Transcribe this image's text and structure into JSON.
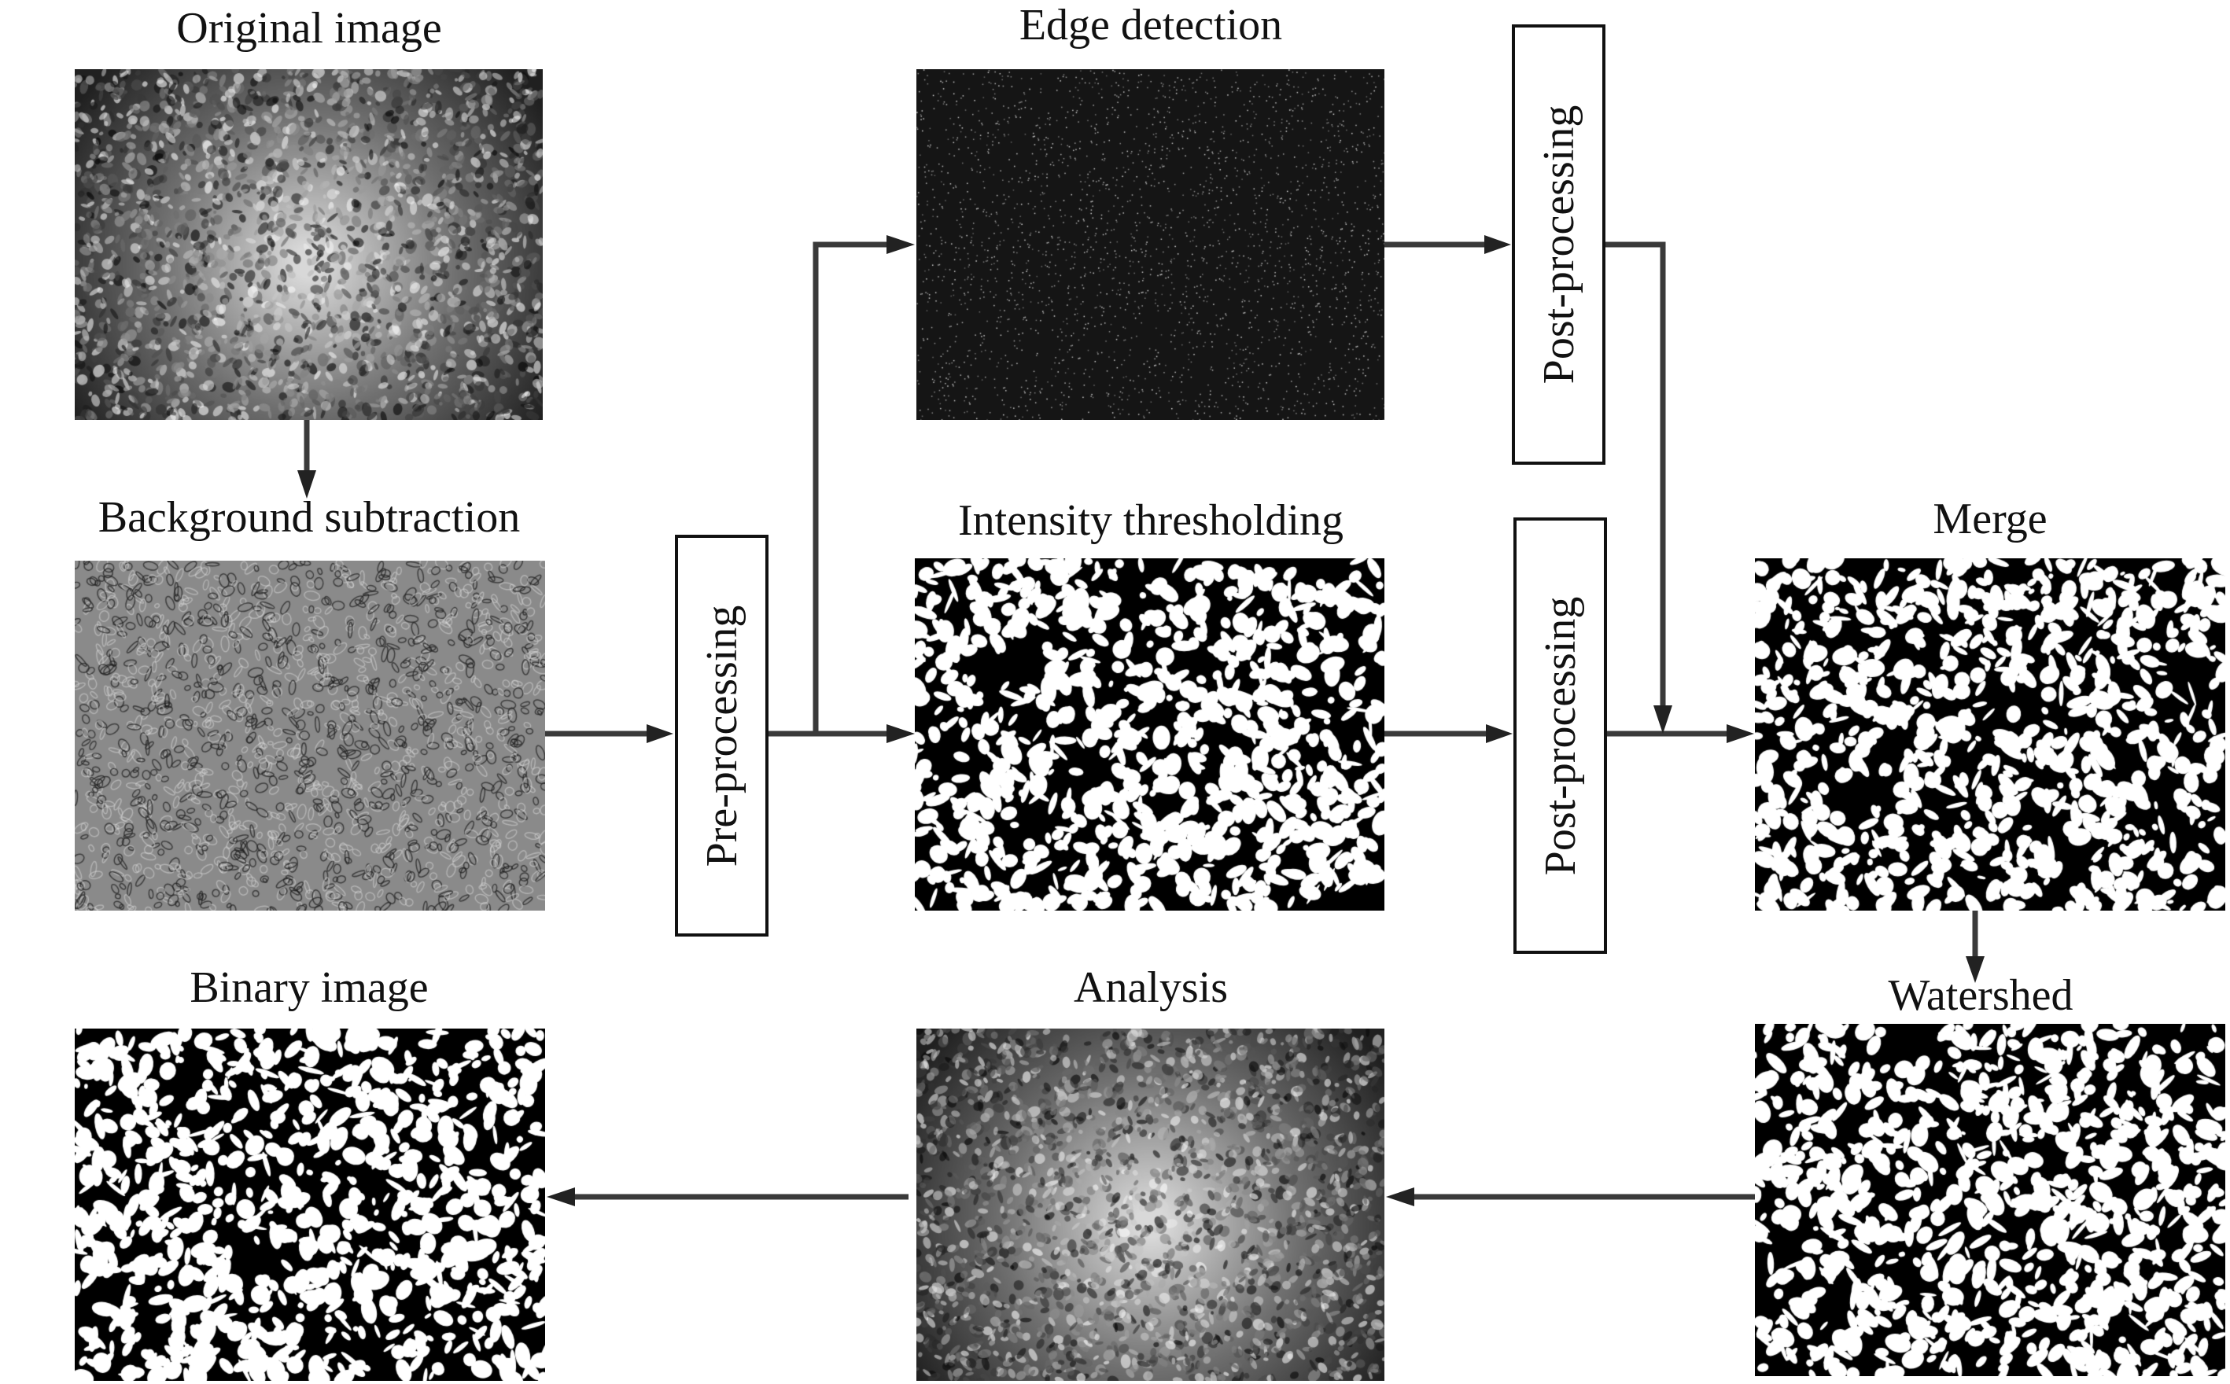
{
  "panels": {
    "original": {
      "title": "Original image"
    },
    "background": {
      "title": "Background subtraction"
    },
    "binary": {
      "title": "Binary image"
    },
    "edge": {
      "title": "Edge detection"
    },
    "intensity": {
      "title": "Intensity thresholding"
    },
    "analysis": {
      "title": "Analysis"
    },
    "merge": {
      "title": "Merge"
    },
    "watershed": {
      "title": "Watershed"
    }
  },
  "boxes": {
    "preprocessing": "Pre-processing",
    "postprocessing_top": "Post-processing",
    "postprocessing_mid": "Post-processing"
  }
}
